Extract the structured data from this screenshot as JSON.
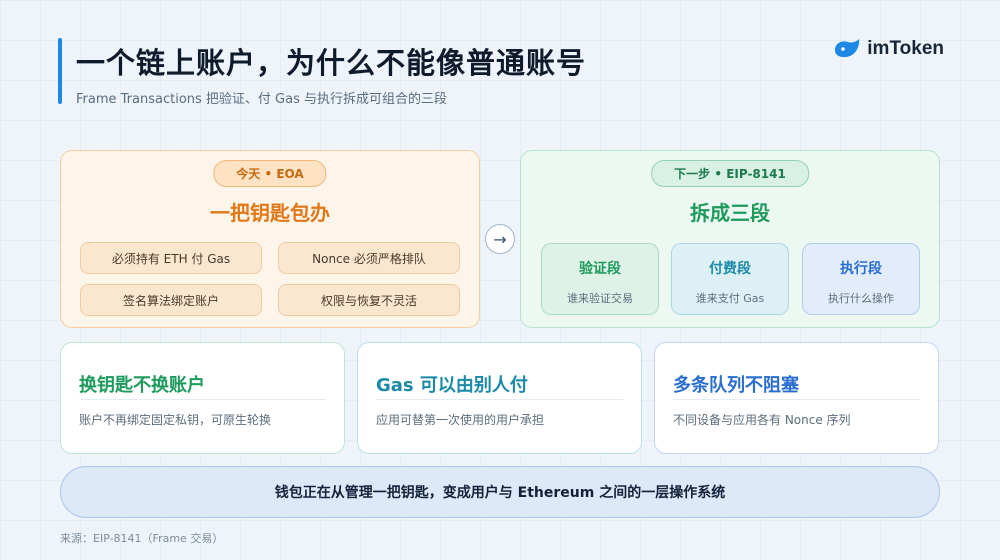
{
  "header": {
    "title": "一个链上账户，为什么不能像普通账号",
    "subtitle": "Frame Transactions 把验证、付 Gas 与执行拆成可组合的三段",
    "logo_text": "imToken"
  },
  "left_panel": {
    "pill": "今天 • EOA",
    "heading": "一把钥匙包办",
    "chips": [
      "必须持有 ETH 付 Gas",
      "Nonce 必须严格排队",
      "签名算法绑定账户",
      "权限与恢复不灵活"
    ]
  },
  "arrow": "→",
  "right_panel": {
    "pill": "下一步 • EIP-8141",
    "heading": "拆成三段",
    "stages": [
      {
        "title": "验证段",
        "desc": "谁来验证交易"
      },
      {
        "title": "付费段",
        "desc": "谁来支付 Gas"
      },
      {
        "title": "执行段",
        "desc": "执行什么操作"
      }
    ]
  },
  "cards": [
    {
      "title": "换钥匙不换账户",
      "desc": "账户不再绑定固定私钥，可原生轮换"
    },
    {
      "title": "Gas 可以由别人付",
      "desc": "应用可替第一次使用的用户承担"
    },
    {
      "title": "多条队列不阻塞",
      "desc": "不同设备与应用各有 Nonce 序列"
    }
  ],
  "summary": "钱包正在从管理一把钥匙，变成用户与 Ethereum 之间的一层操作系统",
  "source": "来源：EIP-8141（Frame 交易）",
  "colors": {
    "accent": "#1e88e5",
    "orange": "#e07818",
    "green": "#1e9a5c",
    "teal": "#1b8aa6",
    "blue": "#2a6fd0"
  }
}
